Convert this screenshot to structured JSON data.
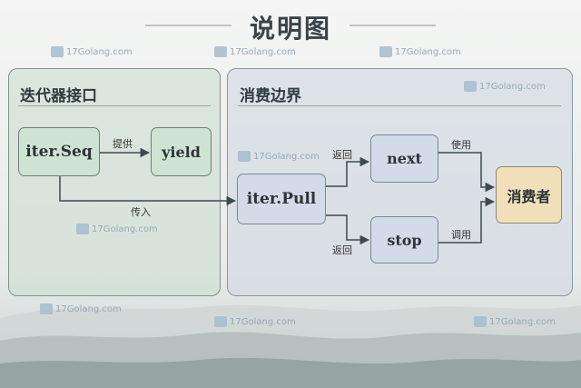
{
  "title": "说明图",
  "watermark": "17Golang.com",
  "colors": {
    "panel_green": "#cfe3d3",
    "panel_blue": "#d2dbe7",
    "consumer": "#f0dfb8",
    "line": "#3d4a50"
  },
  "panels": {
    "left": {
      "title": "迭代器接口"
    },
    "right": {
      "title": "消费边界"
    }
  },
  "nodes": {
    "iter_seq": "iter.Seq",
    "yield": "yield",
    "iter_pull": "iter.Pull",
    "next": "next",
    "stop": "stop",
    "consumer": "消费者"
  },
  "edges": {
    "provide": "提供",
    "pass_in": "传入",
    "return_next": "返回",
    "return_stop": "返回",
    "use": "使用",
    "call": "调用"
  }
}
